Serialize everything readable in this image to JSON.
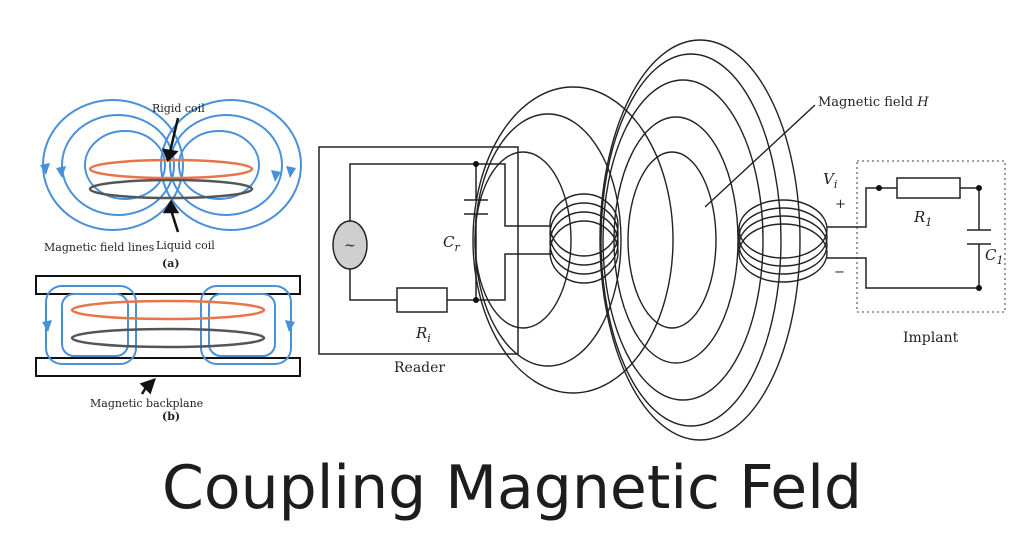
{
  "left_figure": {
    "panel_a": {
      "rigid_coil_label": "Rigid coil",
      "field_lines_label": "Magnetic field lines",
      "liquid_coil_label": "Liquid coil",
      "panel_label": "(a)"
    },
    "panel_b": {
      "backplane_label": "Magnetic backplane",
      "panel_label": "(b)"
    },
    "colors": {
      "field": "#4a90d9",
      "rigid_coil": "#e8744a",
      "liquid_coil": "#555555"
    }
  },
  "circuit": {
    "reader": {
      "label": "Reader",
      "capacitor_label": "C",
      "capacitor_sub": "r",
      "resistor_label": "R",
      "resistor_sub": "i",
      "source_symbol": "~"
    },
    "field_label": "Magnetic field",
    "field_symbol": "H",
    "implant": {
      "label": "Implant",
      "voltage_label": "V",
      "voltage_sub": "i",
      "plus": "+",
      "minus": "−",
      "resistor_label": "R",
      "resistor_sub": "1",
      "capacitor_label": "C",
      "capacitor_sub": "1"
    }
  },
  "caption": "Coupling Magnetic Feld"
}
